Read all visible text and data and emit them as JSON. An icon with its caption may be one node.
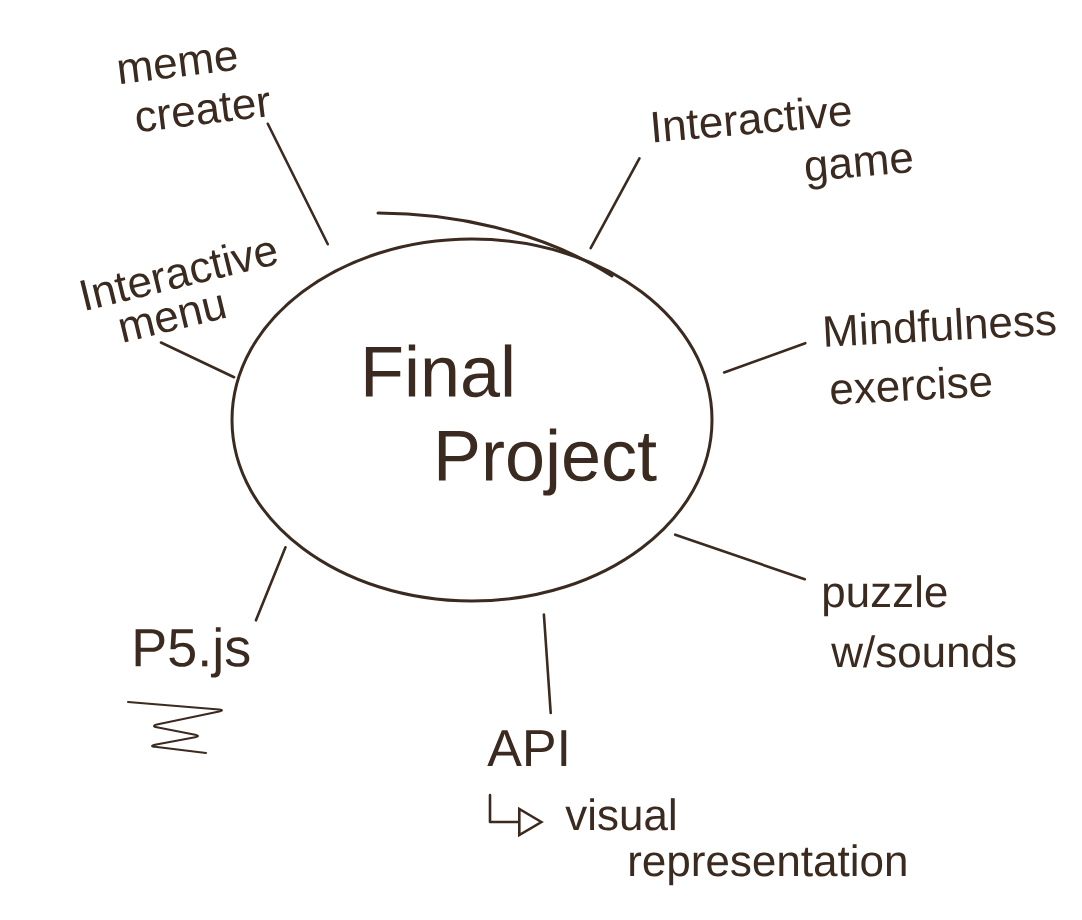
{
  "diagram": {
    "nodes": [
      {
        "text": [
          "Final Project"
        ]
      },
      {
        "text": [
          "meme creater"
        ]
      },
      {
        "text": [
          "Interactive game"
        ]
      },
      {
        "text": [
          "Interactive menu"
        ]
      },
      {
        "text": [
          "Mindfulness exercise"
        ]
      },
      {
        "text": [
          "puzzle w/sounds"
        ]
      },
      {
        "text": [
          "P5.js"
        ]
      },
      {
        "text": [
          "API"
        ]
      },
      {
        "text": [
          "visual representation"
        ]
      }
    ],
    "edges": [
      {
        "from": 0,
        "to": 1,
        "arrow": "none"
      },
      {
        "from": 0,
        "to": 2,
        "arrow": "none"
      },
      {
        "from": 0,
        "to": 3,
        "arrow": "none"
      },
      {
        "from": 0,
        "to": 4,
        "arrow": "none"
      },
      {
        "from": 0,
        "to": 5,
        "arrow": "none"
      },
      {
        "from": 0,
        "to": 7,
        "arrow": "none"
      },
      {
        "from": 0,
        "to": 6,
        "arrow": "none"
      },
      {
        "from": 7,
        "to": 8,
        "arrow": "to"
      }
    ]
  }
}
